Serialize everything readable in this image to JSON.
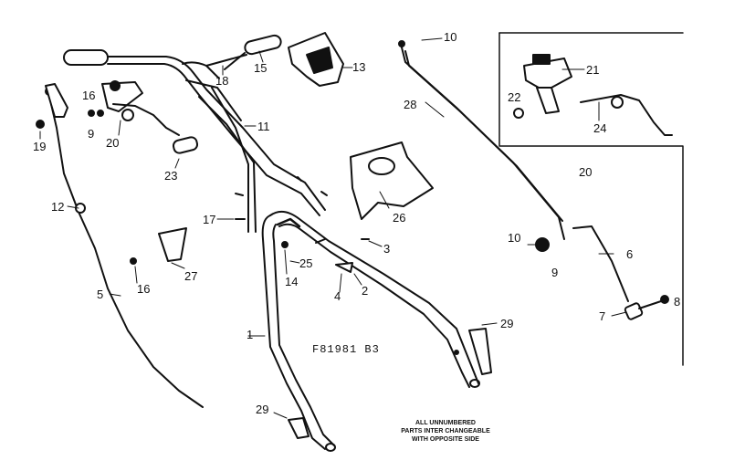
{
  "diagram": {
    "code": "F81981 B3",
    "note_lines": [
      "ALL UNNUMBERED",
      "PARTS INTER CHANGEABLE",
      "WITH OPPOSITE SIDE"
    ],
    "callouts": {
      "c1": "1",
      "c2": "2",
      "c3": "3",
      "c4": "4",
      "c5": "5",
      "c6": "6",
      "c7": "7",
      "c8": "8",
      "c9a": "9",
      "c9b": "9",
      "c10a": "10",
      "c10b": "10",
      "c11": "11",
      "c12": "12",
      "c13": "13",
      "c14": "14",
      "c15": "15",
      "c16a": "16",
      "c16b": "16",
      "c17": "17",
      "c18": "18",
      "c19": "19",
      "c20a": "20",
      "c20b": "20",
      "c21": "21",
      "c22": "22",
      "c23": "23",
      "c24": "24",
      "c25": "25",
      "c26": "26",
      "c27": "27",
      "c28": "28",
      "c29a": "29",
      "c29b": "29"
    }
  }
}
